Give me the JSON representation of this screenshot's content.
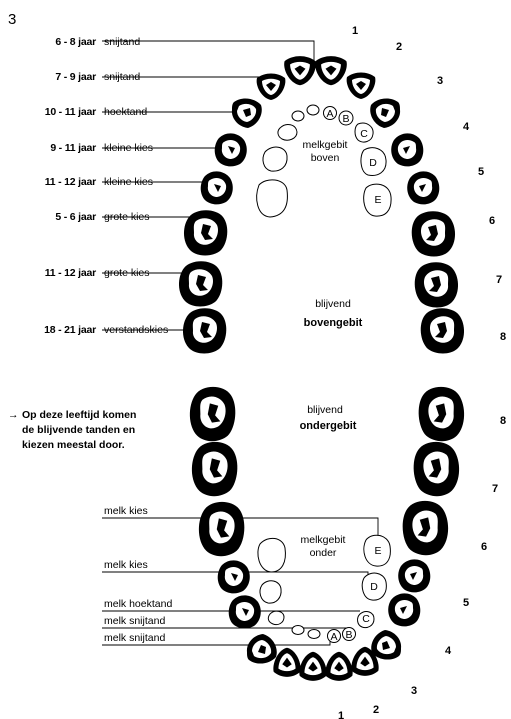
{
  "corner_mark": "3",
  "upper": {
    "rows": [
      {
        "age": "6 - 8 jaar",
        "tooth": "snijtand"
      },
      {
        "age": "7 - 9 jaar",
        "tooth": "snijtand"
      },
      {
        "age": "10 - 11 jaar",
        "tooth": "hoektand"
      },
      {
        "age": "9 - 11 jaar",
        "tooth": "kleine kies"
      },
      {
        "age": "11 - 12 jaar",
        "tooth": "kleine kies"
      },
      {
        "age": "5 - 6 jaar",
        "tooth": "grote kies"
      },
      {
        "age": "11 - 12 jaar",
        "tooth": "grote kies"
      },
      {
        "age": "18 - 21 jaar",
        "tooth": "verstandskies"
      }
    ],
    "melk_title_line1": "melkgebit",
    "melk_title_line2": "boven",
    "arch_title_line1": "blijvend",
    "arch_title_line2": "bovengebit",
    "numbers": [
      "1",
      "2",
      "3",
      "4",
      "5",
      "6",
      "7",
      "8"
    ],
    "melk_letters": [
      "A",
      "B",
      "C",
      "D",
      "E"
    ]
  },
  "note": {
    "line1": "Op deze leeftijd komen",
    "line2": "de blijvende tanden en",
    "line3": "kiezen meestal door."
  },
  "lower": {
    "labels": [
      "melk kies",
      "melk kies",
      "melk hoektand",
      "melk snijtand",
      "melk snijtand"
    ],
    "melk_title_line1": "melkgebit",
    "melk_title_line2": "onder",
    "arch_title_line1": "blijvend",
    "arch_title_line2": "ondergebit",
    "numbers": [
      "8",
      "7",
      "6",
      "5",
      "4",
      "3",
      "2",
      "1"
    ],
    "melk_letters": [
      "E",
      "D",
      "C",
      "B",
      "A"
    ]
  }
}
